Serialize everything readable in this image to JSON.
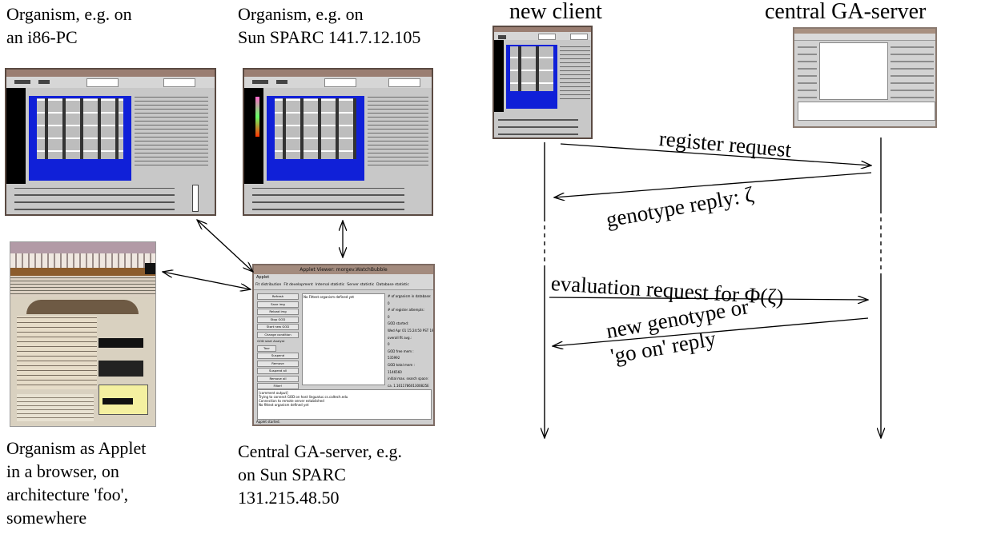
{
  "captions": {
    "organism_pc": "Organism, e.g. on\nan i86-PC",
    "organism_sparc": "Organism, e.g. on\nSun SPARC 141.7.12.105",
    "organism_applet": "Organism as Applet\nin a browser, on\narchitecture 'foo',\nsomewhere",
    "central_server": "Central GA-server, e.g.\non Sun SPARC\n131.215.48.50"
  },
  "sequence": {
    "client_label": "new client",
    "server_label": "central GA-server",
    "messages": [
      {
        "text": "register request",
        "direction": "client-to-server"
      },
      {
        "text": "genotype reply: ζ",
        "direction": "server-to-client"
      },
      {
        "text": "evaluation request for  Φ(ζ)",
        "direction": "client-to-server"
      },
      {
        "text": "new genotype or\n'go on' reply",
        "direction": "server-to-client"
      }
    ]
  },
  "applet_window": {
    "title": "Applet Viewer: morgev.WatchBubble",
    "menu": "Applet",
    "tabs": [
      "Fit distribution",
      "Fit development",
      "Internal statistic",
      "Server statistic",
      "Database statistic"
    ],
    "buttons": [
      "Refresh",
      "Save img",
      "Reload img",
      "Stop GOD",
      "Start new GOD",
      "Change condition",
      "GOD start Analyst",
      "Tour",
      "Suspend",
      "Remove",
      "Suspend all",
      "Remove all",
      "Filter!",
      "<<",
      ">>"
    ],
    "list_text": "No Fittest organism defined yet",
    "stats": "# of organism in database:\n0\n# of register attempts:\n0\nGOD started:\nWed Apr 01 15:24:50 PST 19\noverall fit avg.:\n0\nGOD free mem :\n535992\nGOD total mem :\n1146560\ninitial max. search space:\nca. 1.161178601300825E",
    "console": "[comment output]\nTrying to connect GOD on host linguatuc.cs.caltech.edu\nConnection to remote server established\nNo fittest organism defined yet",
    "status": "Applet started."
  }
}
